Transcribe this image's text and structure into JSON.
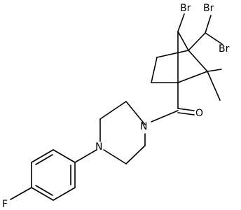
{
  "atoms": {
    "br_bridge": "Br",
    "br_a": "Br",
    "br_b": "Br",
    "oxygen": "O",
    "nitrogen_top": "N",
    "nitrogen_bottom": "N",
    "fluorine": "F"
  },
  "colors": {
    "bond": "#000000",
    "label": "#000000",
    "background": "#ffffff"
  }
}
